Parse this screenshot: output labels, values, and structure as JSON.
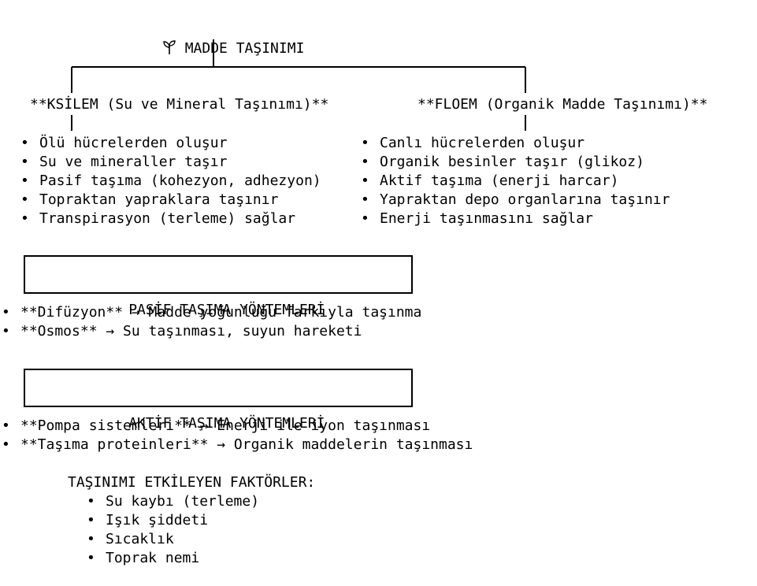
{
  "root": {
    "icon": "plant-sprout-icon",
    "title": "MADDE TAŞINIMI"
  },
  "xylem": {
    "heading": "**KSİLEM (Su ve Mineral Taşınımı)**",
    "items": [
      "Ölü hücrelerden oluşur",
      "Su ve mineraller taşır",
      "Pasif taşıma (kohezyon, adhezyon)",
      "Topraktan yapraklara taşınır",
      "Transpirasyon (terleme) sağlar"
    ]
  },
  "phloem": {
    "heading": "**FLOEM (Organik Madde Taşınımı)**",
    "items": [
      "Canlı hücrelerden oluşur",
      "Organik besinler taşır (glikoz)",
      "Aktif taşıma (enerji harcar)",
      "Yapraktan depo organlarına taşınır",
      "Enerji taşınmasını sağlar"
    ]
  },
  "passive": {
    "title": "PASİF TAŞIMA YÖNTEMLERİ",
    "items": [
      "**Difüzyon** → Madde yoğunluğu farkıyla taşınma",
      "**Osmos** → Su taşınması, suyun hareketi"
    ]
  },
  "active": {
    "title": "AKTİF TAŞIMA YÖNTEMLERİ",
    "items": [
      "**Pompa sistemleri** → Enerji ile iyon taşınması",
      "**Taşıma proteinleri** → Organik maddelerin taşınması"
    ]
  },
  "factors": {
    "title": "TAŞINIMI ETKİLEYEN FAKTÖRLER:",
    "items": [
      "Su kaybı (terleme)",
      "Işık şiddeti",
      "Sıcaklık",
      "Toprak nemi"
    ]
  },
  "bullet": "•"
}
